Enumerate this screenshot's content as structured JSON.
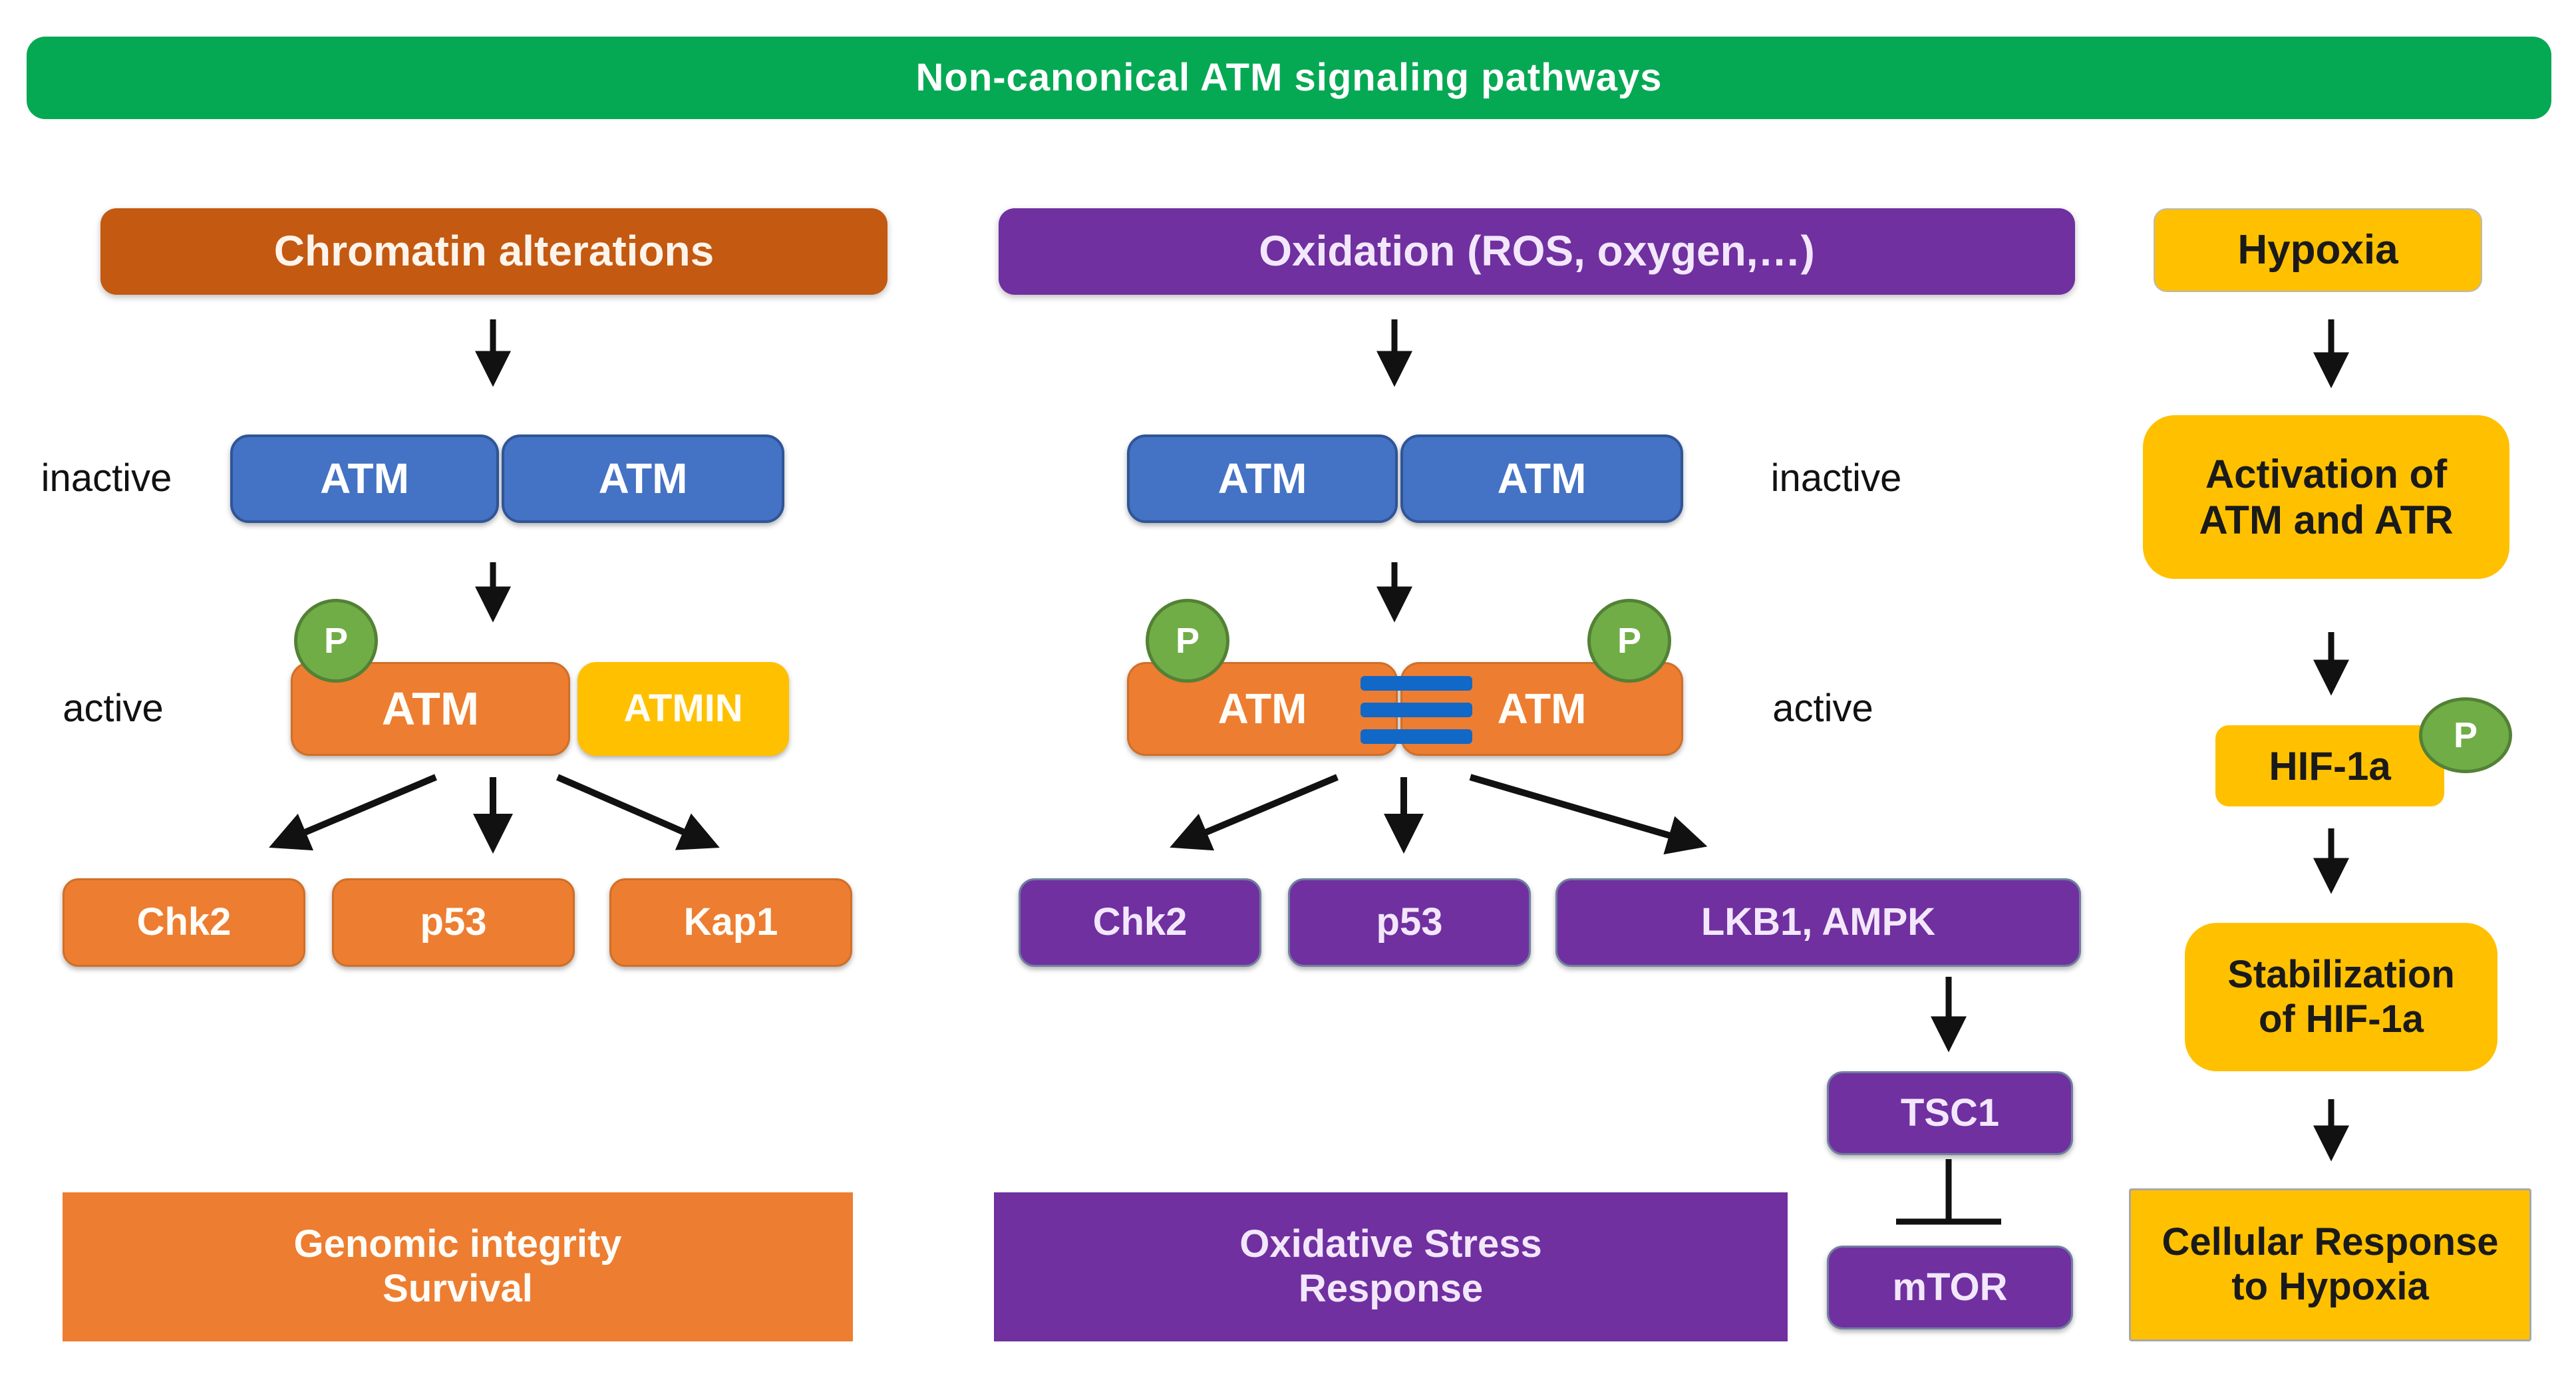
{
  "banner": {
    "label": "Non-canonical ATM signaling pathways"
  },
  "palette": {
    "banner_green": "#06A953",
    "chromatin_brown": "#C45911",
    "oxidation_purple": "#7030A0",
    "hypoxia_yellow": "#FFC000",
    "inactive_blue": "#4472C4",
    "active_orange": "#ED7D31",
    "phospho_green": "#70AD47",
    "bond_blue": "#1268C6"
  },
  "left": {
    "header": "Chromatin alterations",
    "inactive_label": "inactive",
    "active_label": "active",
    "inactive_complex": [
      "ATM",
      "ATM"
    ],
    "active_complex": {
      "phospho": "P",
      "atm": "ATM",
      "atmin": "ATMIN"
    },
    "targets": [
      "Chk2",
      "p53",
      "Kap1"
    ],
    "outcome": {
      "line1": "Genomic integrity",
      "line2": "Survival"
    }
  },
  "middle": {
    "header": "Oxidation (ROS, oxygen,…)",
    "inactive_label": "inactive",
    "active_label": "active",
    "inactive_complex": [
      "ATM",
      "ATM"
    ],
    "active_complex": {
      "phospho_left": "P",
      "phospho_right": "P",
      "atm_left": "ATM",
      "atm_right": "ATM"
    },
    "targets": [
      "Chk2",
      "p53",
      "LKB1, AMPK"
    ],
    "tsc1": "TSC1",
    "mtor": "mTOR",
    "outcome": {
      "line1": "Oxidative Stress",
      "line2": "Response"
    }
  },
  "right": {
    "header": "Hypoxia",
    "activation": {
      "line1": "Activation of",
      "line2": "ATM and ATR"
    },
    "hif": {
      "label": "HIF-1a",
      "phospho": "P"
    },
    "stabilization": {
      "line1": "Stabilization",
      "line2": "of HIF-1a"
    },
    "outcome": {
      "line1": "Cellular Response",
      "line2": "to Hypoxia"
    }
  }
}
